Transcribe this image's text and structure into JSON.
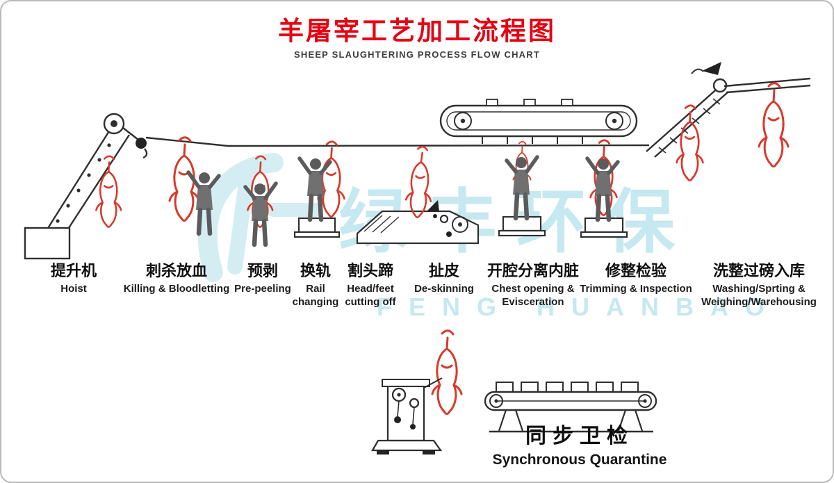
{
  "title": {
    "zh": "羊屠宰工艺加工流程图",
    "en": "SHEEP SLAUGHTERING PROCESS FLOW CHART"
  },
  "watermark": {
    "zh": "绿丰环保",
    "en": "FENG HUANBAO"
  },
  "colors": {
    "title_red": "#e60012",
    "carcass_red": "#d9382a",
    "line_dark": "#2f2f2f",
    "watermark_blue": "#8ed2e2"
  },
  "stations": [
    {
      "zh": "提升机",
      "en": "Hoist"
    },
    {
      "zh": "刺杀放血",
      "en": "Killing & Bloodletting"
    },
    {
      "zh": "预剥",
      "en": "Pre-peeling"
    },
    {
      "zh": "换轨",
      "en": "Rail changing"
    },
    {
      "zh": "割头蹄",
      "en": "Head/feet cutting off"
    },
    {
      "zh": "扯皮",
      "en": "De-skinning"
    },
    {
      "zh": "开腔分离内脏",
      "en": "Chest opening & Evisceration"
    },
    {
      "zh": "修整检验",
      "en": "Trimming & Inspection"
    },
    {
      "zh": "洗整过磅入库",
      "en": "Washing/Sprting & Weighing/Warehousing"
    }
  ],
  "bottom_station": {
    "zh": "同步卫检",
    "en": "Synchronous Quarantine"
  }
}
